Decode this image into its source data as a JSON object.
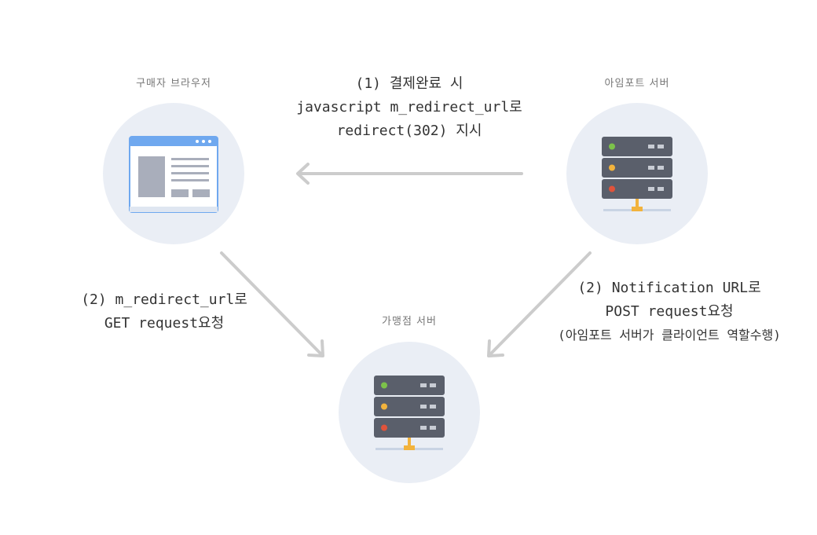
{
  "nodes": {
    "buyer_browser": {
      "label": "구매자 브라우저"
    },
    "iamport_server": {
      "label": "아임포트 서버"
    },
    "merchant_server": {
      "label": "가맹점 서버"
    }
  },
  "edges": {
    "step1": {
      "lines": [
        "(1) 결제완료 시",
        "javascript m_redirect_url로",
        "redirect(302) 지시"
      ]
    },
    "step2a_left": {
      "lines": [
        "(2) m_redirect_url로",
        "GET request요청"
      ]
    },
    "step2a_right": {
      "lines": [
        "(2) Notification URL로",
        "POST request요청",
        "(아임포트 서버가 클라이언트 역할수행)"
      ]
    }
  },
  "colors": {
    "circle_bg": "#eaeef5",
    "arrow": "#cccccc",
    "browser_blue": "#6fa8ef",
    "server_dark": "#5a5f6b",
    "led_green": "#7cc24a",
    "led_yellow": "#f2b33d",
    "led_red": "#e0533b",
    "base_orange": "#f2b33d"
  }
}
